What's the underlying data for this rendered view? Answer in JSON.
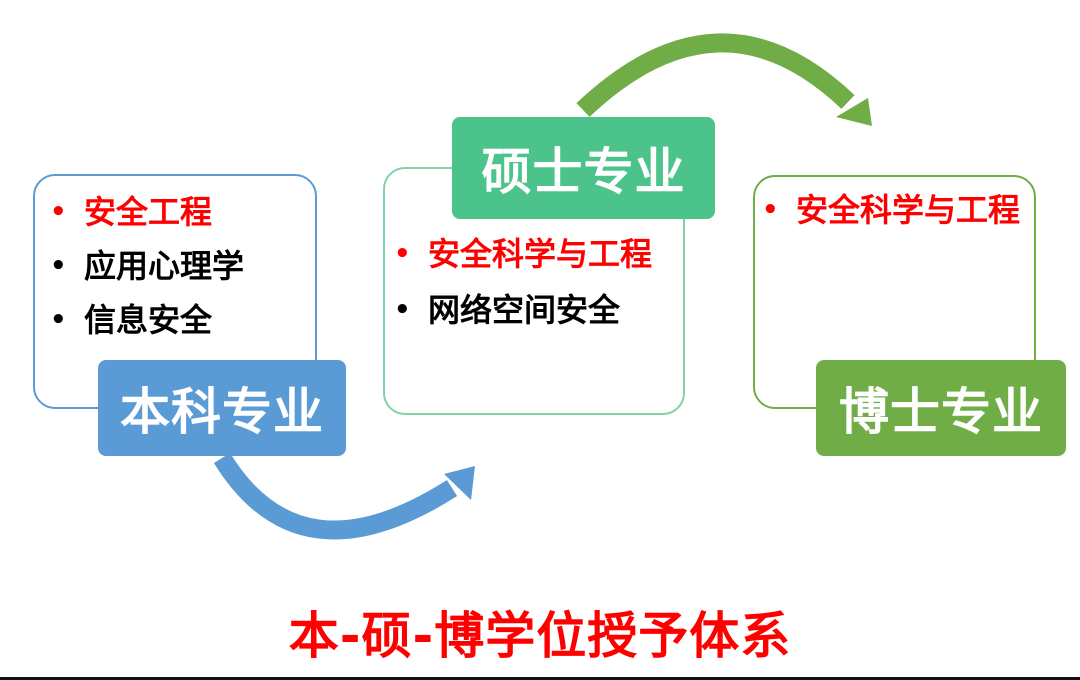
{
  "colors": {
    "bachelor": "#5B9BD5",
    "master": "#4CC38A",
    "master_outline": "#7FD3A6",
    "doctor": "#70AD47",
    "highlight_text": "#FF0000",
    "normal_text": "#000000",
    "title": "#FF0000"
  },
  "bachelor": {
    "label": "本科专业",
    "items": [
      {
        "text": "安全工程",
        "highlight": true
      },
      {
        "text": "应用心理学",
        "highlight": false
      },
      {
        "text": "信息安全",
        "highlight": false
      }
    ]
  },
  "master": {
    "label": "硕士专业",
    "items": [
      {
        "text": "安全科学与工程",
        "highlight": true
      },
      {
        "text": "网络空间安全",
        "highlight": false
      }
    ]
  },
  "doctor": {
    "label": "博士专业",
    "items": [
      {
        "text": "安全科学与工程",
        "highlight": true
      }
    ]
  },
  "bullet": "•",
  "arrows": [
    {
      "name": "bachelor-to-master-arrow",
      "color": "#5B9BD5"
    },
    {
      "name": "master-to-doctor-arrow",
      "color": "#70AD47"
    }
  ],
  "title": "本-硕-博学位授予体系"
}
